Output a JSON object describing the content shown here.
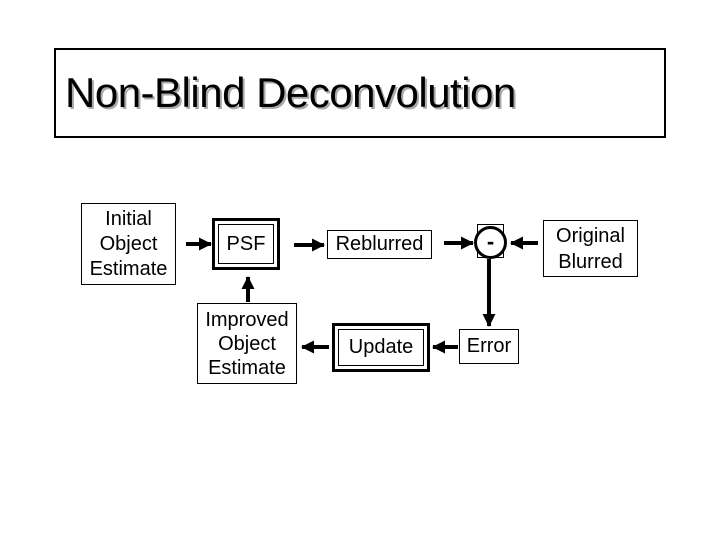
{
  "slide": {
    "title": "Non-Blind Deconvolution"
  },
  "diagram": {
    "nodes": {
      "initial_object_estimate": {
        "label": "Initial\nObject\nEstimate"
      },
      "psf": {
        "label": "PSF"
      },
      "reblurred": {
        "label": "Reblurred"
      },
      "subtract": {
        "symbol": "-"
      },
      "original_blurred": {
        "label": "Original\nBlurred"
      },
      "improved_object_estimate": {
        "label": "Improved\nObject\nEstimate"
      },
      "update": {
        "label": "Update"
      },
      "error": {
        "label": "Error"
      }
    },
    "colors": {
      "line": "#000000",
      "box_background": "#ffffff",
      "text": "#000000",
      "title_shadow": "#a9a9a9"
    }
  }
}
